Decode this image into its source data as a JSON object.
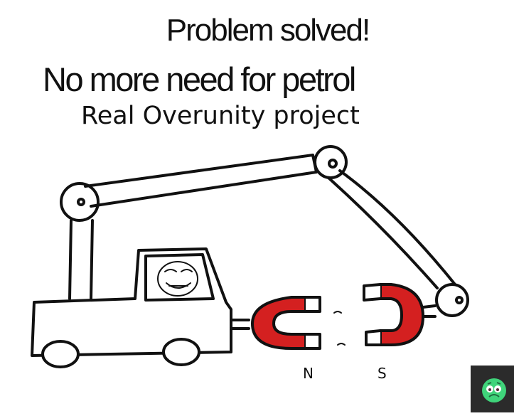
{
  "title_line1": "Problem solved!",
  "title_line2": "No more need for petrol",
  "subtitle": "Real Overunity project",
  "labels": {
    "north": "N",
    "south": "S"
  },
  "colors": {
    "magnet": "#d42020",
    "badge_bg": "#2b2b2b",
    "badge_face": "#3fd47a"
  },
  "badge_icon": "nauseated-face-icon"
}
